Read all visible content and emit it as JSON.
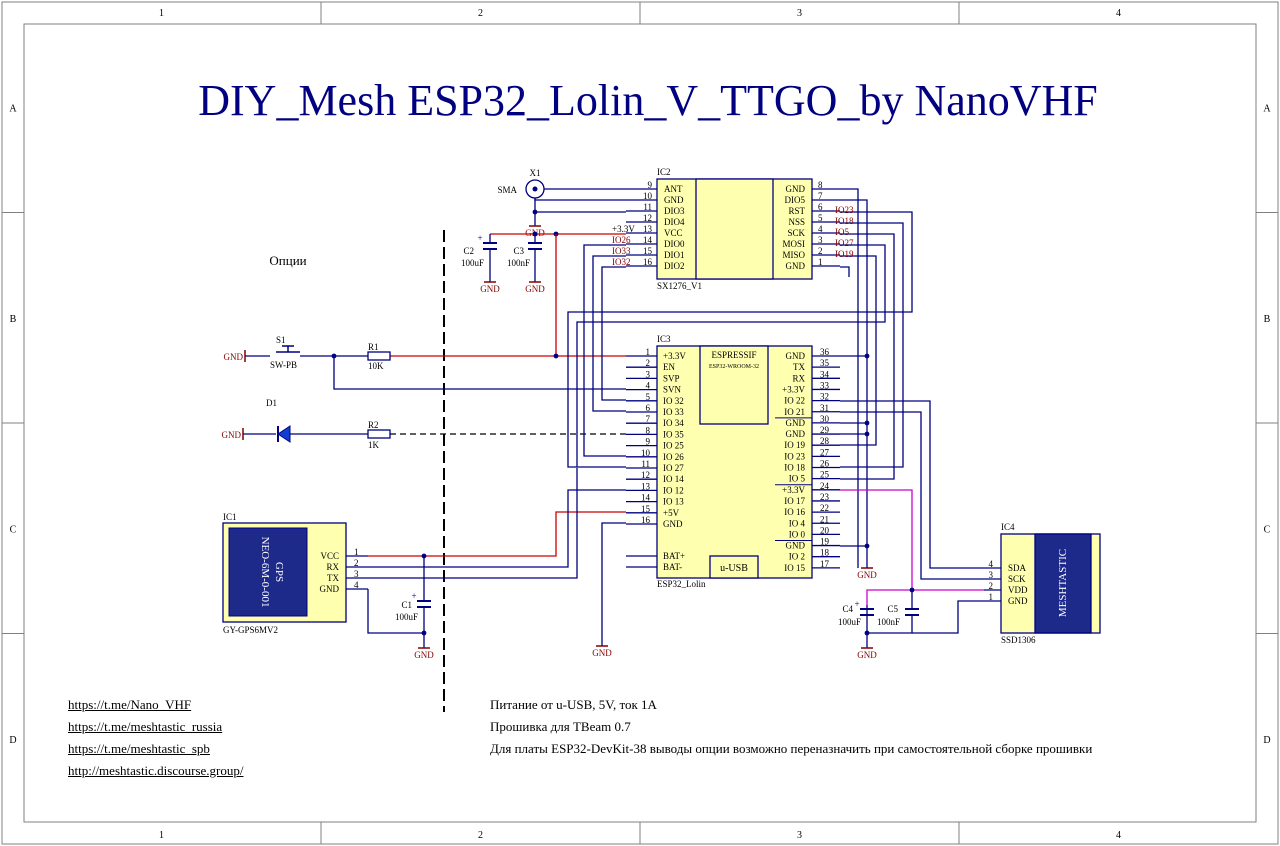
{
  "title": "DIY_Mesh ESP32_Lolin_V_TTGO_by NanoVHF",
  "border": {
    "columns": [
      "1",
      "2",
      "3",
      "4"
    ],
    "rows": [
      "A",
      "B",
      "C",
      "D"
    ]
  },
  "options_label": "Опции",
  "components": {
    "x1": {
      "ref": "X1",
      "value": "SMA"
    },
    "ic2": {
      "ref": "IC2",
      "name": "SX1276_V1",
      "left_pins": [
        {
          "num": "9",
          "name": "ANT"
        },
        {
          "num": "10",
          "name": "GND"
        },
        {
          "num": "11",
          "name": "DIO3"
        },
        {
          "num": "12",
          "name": "DIO4"
        },
        {
          "num": "13",
          "name": "VCC"
        },
        {
          "num": "14",
          "name": "DIO0"
        },
        {
          "num": "15",
          "name": "DIO1"
        },
        {
          "num": "16",
          "name": "DIO2"
        }
      ],
      "right_pins": [
        {
          "num": "8",
          "name": "GND"
        },
        {
          "num": "7",
          "name": "DIO5"
        },
        {
          "num": "6",
          "name": "RST"
        },
        {
          "num": "5",
          "name": "NSS"
        },
        {
          "num": "4",
          "name": "SCK"
        },
        {
          "num": "3",
          "name": "MOSI"
        },
        {
          "num": "2",
          "name": "MISO"
        },
        {
          "num": "1",
          "name": "GND"
        }
      ],
      "left_nets": [
        "",
        "",
        "",
        "",
        "+3.3V",
        "IO26",
        "IO33",
        "IO32"
      ],
      "right_nets": [
        "",
        "",
        "IO23",
        "IO18",
        "IO5",
        "IO27",
        "IO19",
        ""
      ]
    },
    "c2": {
      "ref": "C2",
      "value": "100uF"
    },
    "c3": {
      "ref": "C3",
      "value": "100nF"
    },
    "s1": {
      "ref": "S1",
      "value": "SW-PB"
    },
    "r1": {
      "ref": "R1",
      "value": "10K"
    },
    "d1": {
      "ref": "D1"
    },
    "r2": {
      "ref": "R2",
      "value": "1K"
    },
    "ic3": {
      "ref": "IC3",
      "name": "ESP32_Lolin",
      "module_top": "ESPRESSIF",
      "module_sub": "ESP32-WROOM-32",
      "usb": "u-USB",
      "left_pins": [
        {
          "num": "1",
          "name": "+3.3V"
        },
        {
          "num": "2",
          "name": "EN"
        },
        {
          "num": "3",
          "name": "SVP"
        },
        {
          "num": "4",
          "name": "SVN"
        },
        {
          "num": "5",
          "name": "IO 32"
        },
        {
          "num": "6",
          "name": "IO 33"
        },
        {
          "num": "7",
          "name": "IO 34"
        },
        {
          "num": "8",
          "name": "IO 35"
        },
        {
          "num": "9",
          "name": "IO 25"
        },
        {
          "num": "10",
          "name": "IO 26"
        },
        {
          "num": "11",
          "name": "IO 27"
        },
        {
          "num": "12",
          "name": "IO 14"
        },
        {
          "num": "13",
          "name": "IO 12"
        },
        {
          "num": "14",
          "name": "IO 13"
        },
        {
          "num": "15",
          "name": "+5V"
        },
        {
          "num": "16",
          "name": "GND"
        }
      ],
      "right_pins": [
        {
          "num": "36",
          "name": "GND"
        },
        {
          "num": "35",
          "name": "TX"
        },
        {
          "num": "34",
          "name": "RX"
        },
        {
          "num": "33",
          "name": "+3.3V"
        },
        {
          "num": "32",
          "name": "IO 22"
        },
        {
          "num": "31",
          "name": "IO 21"
        },
        {
          "num": "30",
          "name": "GND"
        },
        {
          "num": "29",
          "name": "GND"
        },
        {
          "num": "28",
          "name": "IO 19"
        },
        {
          "num": "27",
          "name": "IO 23"
        },
        {
          "num": "26",
          "name": "IO 18"
        },
        {
          "num": "25",
          "name": "IO 5"
        },
        {
          "num": "24",
          "name": "+3.3V"
        },
        {
          "num": "23",
          "name": "IO 17"
        },
        {
          "num": "22",
          "name": "IO 16"
        },
        {
          "num": "21",
          "name": "IO 4"
        },
        {
          "num": "20",
          "name": "IO 0"
        },
        {
          "num": "19",
          "name": "GND"
        },
        {
          "num": "18",
          "name": "IO 2"
        },
        {
          "num": "17",
          "name": "IO 15"
        }
      ],
      "bat_pins": [
        "BAT+",
        "BAT-"
      ]
    },
    "ic1": {
      "ref": "IC1",
      "name": "GY-GPS6MV2",
      "module_line1": "GPS",
      "module_line2": "NEO-6M-0-001",
      "pins": [
        {
          "num": "1",
          "name": "VCC"
        },
        {
          "num": "2",
          "name": "RX"
        },
        {
          "num": "3",
          "name": "TX"
        },
        {
          "num": "4",
          "name": "GND"
        }
      ]
    },
    "c1": {
      "ref": "C1",
      "value": "100uF"
    },
    "c4": {
      "ref": "C4",
      "value": "100uF"
    },
    "c5": {
      "ref": "C5",
      "value": "100nF"
    },
    "ic4": {
      "ref": "IC4",
      "name": "SSD1306",
      "module_text": "MESHTASTIC",
      "pins": [
        {
          "num": "4",
          "name": "SDA"
        },
        {
          "num": "3",
          "name": "SCK"
        },
        {
          "num": "2",
          "name": "VDD"
        },
        {
          "num": "1",
          "name": "GND"
        }
      ]
    }
  },
  "gnd_label": "GND",
  "links": [
    "https://t.me/Nano_VHF",
    "https://t.me/meshtastic_russia",
    "https://t.me/meshtastic_spb",
    "http://meshtastic.discourse.group/"
  ],
  "notes": [
    "Питание от u-USB, 5V, ток 1A",
    "Прошивка для TBeam 0.7",
    "Для платы ESP32-DevKit-38 выводы опции возможно переназначить при самостоятельной сборке прошивки"
  ],
  "colors": {
    "ink": "#000080",
    "wire": "#000080",
    "power": "#cc0000",
    "i2c_vdd": "#cc00cc",
    "body": "#ffffb0",
    "module": "#1e2a8a",
    "netlabel": "#800000",
    "border": "#808080"
  }
}
